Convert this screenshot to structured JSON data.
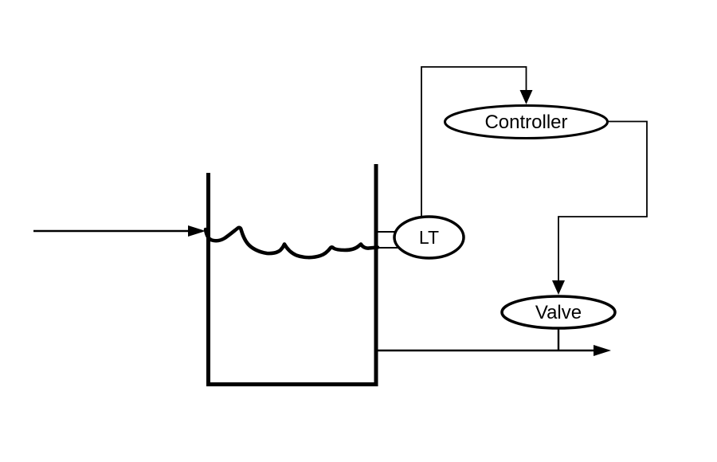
{
  "diagram": {
    "type": "process-control-loop",
    "background_color": "#ffffff",
    "line_color": "#000000",
    "nodes": {
      "lt": {
        "label": "LT",
        "shape": "ellipse"
      },
      "controller": {
        "label": "Controller",
        "shape": "ellipse"
      },
      "valve": {
        "label": "Valve",
        "shape": "ellipse"
      }
    },
    "elements": {
      "tank": "open-top tank with thick walls and bottom",
      "liquid_surface": "hand-drawn wavy liquid level line",
      "inlet": "arrow into tank left wall",
      "outlet": "arrow out of tank bottom right through valve stem"
    },
    "connections": [
      {
        "from": "tank-level",
        "to": "lt",
        "style": "two short tap lines"
      },
      {
        "from": "lt",
        "to": "controller",
        "style": "up-over-down with solid arrowhead"
      },
      {
        "from": "controller",
        "to": "valve",
        "style": "right-down-left-down with solid arrowhead"
      },
      {
        "from": "valve",
        "to": "outlet-line",
        "style": "vertical stem"
      }
    ]
  }
}
